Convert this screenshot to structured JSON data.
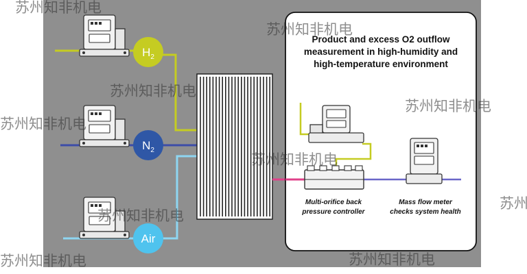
{
  "panel": {
    "title_lines": [
      "Product and excess O2 outflow",
      "measurement in high-humidity and",
      "high-temperature environment"
    ]
  },
  "gases": [
    {
      "symbol": "H",
      "subscript": "2",
      "color": "#c5cc22"
    },
    {
      "symbol": "N",
      "subscript": "2",
      "color": "#2f57a6"
    },
    {
      "symbol": "Air",
      "subscript": "",
      "color": "#4fc3ee"
    }
  ],
  "captions": {
    "bpc": [
      "Multi-orifice back",
      "pressure controller"
    ],
    "mfm": [
      "Mass flow meter",
      "checks system health"
    ]
  },
  "watermark": "苏州知非机电",
  "colors": {
    "background": "#8f8f8f",
    "panel": "#ffffff",
    "h2_line": "#c5cc22",
    "n2_line": "#3d4da8",
    "air_line": "#8ed6f2",
    "outlet_line": "#e0408a",
    "mfm_line": "#6a66c8"
  }
}
